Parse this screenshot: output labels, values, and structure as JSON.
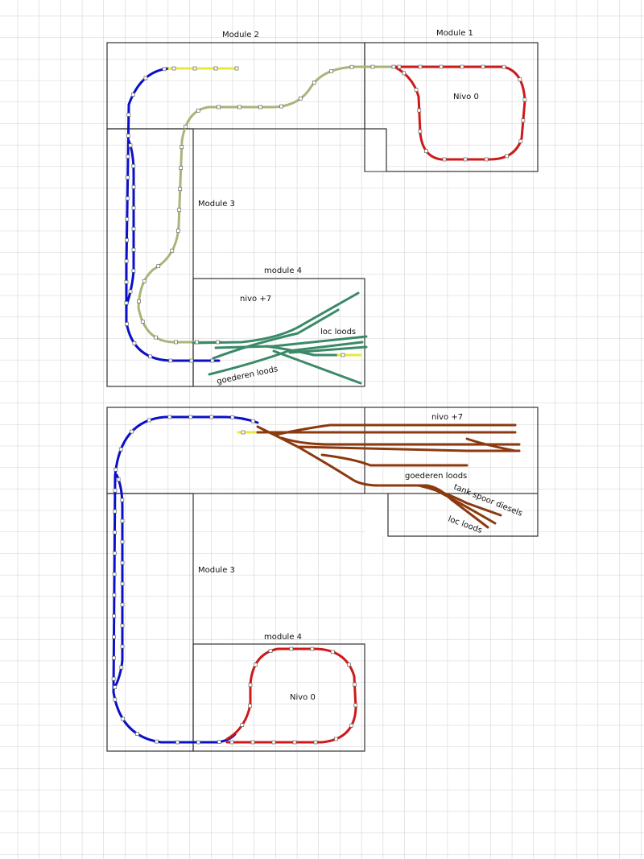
{
  "layout_top": {
    "module_labels": {
      "module1": "Module 1",
      "module2": "Module 2",
      "module3": "Module 3",
      "module4": "module 4"
    },
    "level_labels": {
      "nivo0": "Nivo 0",
      "nivo7": "nivo +7"
    },
    "area_labels": {
      "loc_loods": "loc loods",
      "goederen_loods": "goederen loods"
    }
  },
  "layout_bottom": {
    "module_labels": {
      "module3": "Module 3",
      "module4": "module 4"
    },
    "level_labels": {
      "nivo7": "nivo +7",
      "nivo0": "Nivo 0"
    },
    "area_labels": {
      "goederen_loods": "goederen loods",
      "tank_spoor": "tank spoor diesels",
      "loc_loods": "loc loods"
    }
  },
  "track_colors": {
    "blue": "#0b10c8",
    "red": "#cc1a1a",
    "olive": "#a8b57a",
    "green": "#3a8a68",
    "brown": "#8b3a0f",
    "yellow": "#e8e83a"
  }
}
